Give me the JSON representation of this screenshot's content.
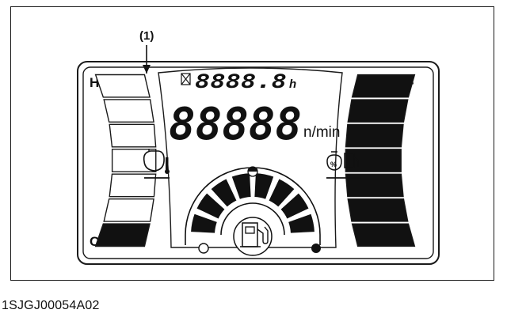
{
  "callout": {
    "label": "(1)"
  },
  "gauge_left": {
    "top_label": "H",
    "bottom_label": "C",
    "icon": "coolant-temperature-icon"
  },
  "gauge_right": {
    "top_label": "+",
    "bottom_label": "−"
  },
  "hour_meter": {
    "digits": "8888.8",
    "unit": "h",
    "icon": "hourglass-icon"
  },
  "tachometer": {
    "digits": "88888",
    "unit": "n/min"
  },
  "fuel_gauge": {
    "icon": "fuel-pump-icon",
    "half_icon": "half-circle-icon",
    "empty_icon": "empty-circle-icon",
    "full_icon": "full-circle-icon"
  },
  "indicators": {
    "left": "engine-temperature-icon",
    "right_1": "percent-load-icon",
    "right_2": "fuel-warning-icon"
  },
  "figure": {
    "code": "1SJGJ00054A02"
  },
  "colors": {
    "line": "#1a1a1a",
    "segment_on": "#111111",
    "segment_off": "#ffffff"
  }
}
